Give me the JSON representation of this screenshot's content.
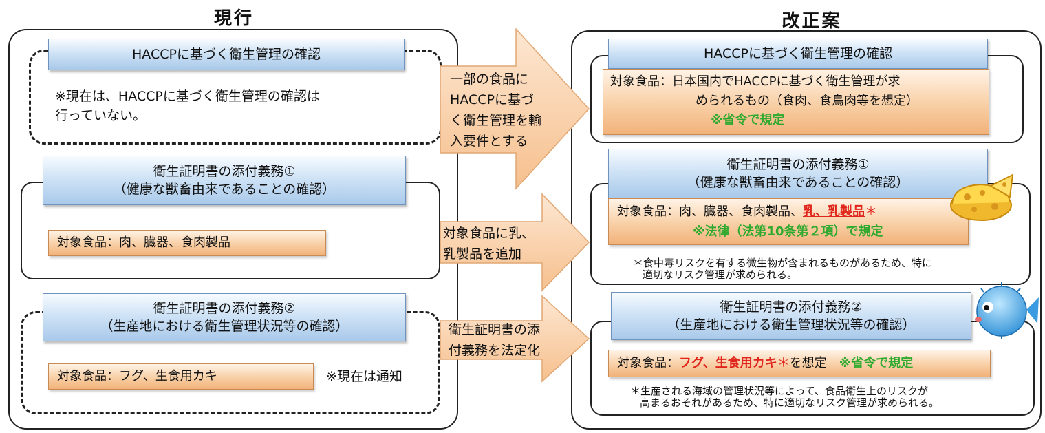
{
  "headers": {
    "current": "現行",
    "proposed": "改正案"
  },
  "current": {
    "haccp": {
      "title": "HACCPに基づく衛生管理の確認",
      "note_line1": "※現在は、HACCPに基づく衛生管理の確認は",
      "note_line2": "行っていない。"
    },
    "cert1": {
      "title_line1": "衛生証明書の添付義務①",
      "title_line2": "（健康な獣畜由来であることの確認）",
      "target": "対象食品：肉、臓器、食肉製品"
    },
    "cert2": {
      "title_line1": "衛生証明書の添付義務②",
      "title_line2": "（生産地における衛生管理状況等の確認）",
      "target": "対象食品：フグ、生食用カキ",
      "note": "※現在は通知"
    }
  },
  "arrows": {
    "a1": [
      "一部の食品に",
      "HACCPに基づ",
      "く衛生管理を輸",
      "入要件とする"
    ],
    "a2": [
      "対象食品に乳、",
      "乳製品を追加"
    ],
    "a3": [
      "衛生証明書の添",
      "付義務を法定化"
    ]
  },
  "proposed": {
    "haccp": {
      "title": "HACCPに基づく衛生管理の確認",
      "target_line1": "対象食品：日本国内でHACCPに基づく衛生管理が求",
      "target_line2": "められるもの（食肉、食鳥肉等を想定）",
      "regulation": "※省令で規定"
    },
    "cert1": {
      "title_line1": "衛生証明書の添付義務①",
      "title_line2": "（健康な獣畜由来であることの確認）",
      "target_prefix": "対象食品：肉、臓器、食肉製品、",
      "target_added": "乳、乳製品",
      "target_mark": "＊",
      "regulation": "※法律（法第10条第２項）で規定",
      "footnote_line1": "＊食中毒リスクを有する微生物が含まれるものがあるため、特に",
      "footnote_line2": "適切なリスク管理が求められる。"
    },
    "cert2": {
      "title_line1": "衛生証明書の添付義務②",
      "title_line2": "（生産地における衛生管理状況等の確認）",
      "target_prefix": "対象食品：",
      "target_added": "フグ、生食用カキ",
      "target_mark": "＊",
      "target_suffix": "を想定",
      "regulation": "※省令で規定",
      "footnote_line1": "＊生産される海域の管理状況等によって、食品衛生上のリスクが",
      "footnote_line2": "高まるおそれがあるため、特に適切なリスク管理が求められる。"
    }
  },
  "icons": [
    "cheese-icon",
    "pufferfish-icon"
  ]
}
